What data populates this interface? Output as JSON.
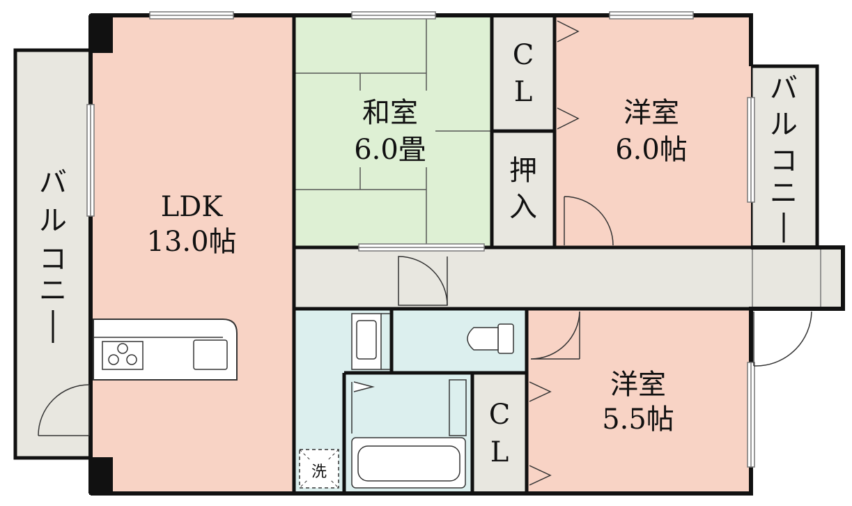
{
  "colors": {
    "wall": "#111111",
    "ldk": "#f8d3c5",
    "western": "#f8d3c5",
    "japanese": "#def0d4",
    "utility": "#e8e7e0",
    "wet": "#dcefee",
    "line": "#555555"
  },
  "rooms": {
    "ldk": {
      "name": "LDK",
      "size": "13.0帖"
    },
    "washitsu": {
      "name": "和室",
      "size": "6.0畳"
    },
    "yoshitsu_1": {
      "name": "洋室",
      "size": "6.0帖"
    },
    "yoshitsu_2": {
      "name": "洋室",
      "size": "5.5帖"
    },
    "closet_1": {
      "line1": "C",
      "line2": "L"
    },
    "closet_2": {
      "line1": "C",
      "line2": "L"
    },
    "oshiire": {
      "line1": "押",
      "line2": "入"
    },
    "balcony_left": {
      "chars": [
        "バ",
        "ル",
        "コ",
        "ニ",
        "ー"
      ]
    },
    "balcony_right": {
      "chars": [
        "バ",
        "ル",
        "コ",
        "ニ",
        "ー"
      ]
    },
    "washer": {
      "label": "洗"
    }
  },
  "icons": [
    "stove-icon",
    "sink-icon",
    "toilet-icon",
    "bathtub-icon",
    "washbasin-icon",
    "door-swing-icon"
  ]
}
